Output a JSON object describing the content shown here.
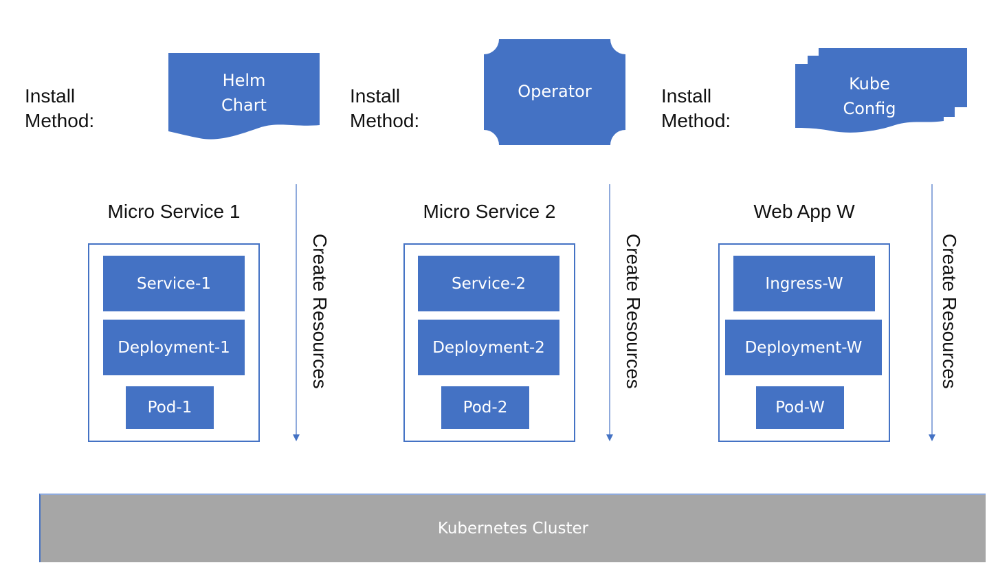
{
  "colors": {
    "shape_fill": "#4472c4",
    "frame_border": "#4472c4",
    "cluster_fill": "#a6a6a6",
    "text_dark": "#111111",
    "text_light": "#ffffff"
  },
  "install_methods": [
    {
      "line1": "Install",
      "line2": "Method:",
      "shape": "document",
      "icon": "helm-chart-document-icon",
      "text_line1": "Helm",
      "text_line2": "Chart"
    },
    {
      "line1": "Install",
      "line2": "Method:",
      "shape": "plaque",
      "icon": "operator-plaque-icon",
      "text_line1": "Operator",
      "text_line2": ""
    },
    {
      "line1": "Install",
      "line2": "Method:",
      "shape": "multi-document",
      "icon": "kube-config-multidocument-icon",
      "text_line1": "Kube",
      "text_line2": "Config"
    }
  ],
  "groups": [
    {
      "title": "Micro Service 1",
      "resources": [
        "Service-1",
        "Deployment-1",
        "Pod-1"
      ],
      "arrow_label": "Create Resources"
    },
    {
      "title": "Micro Service 2",
      "resources": [
        "Service-2",
        "Deployment-2",
        "Pod-2"
      ],
      "arrow_label": "Create Resources"
    },
    {
      "title": "Web App W",
      "resources": [
        "Ingress-W",
        "Deployment-W",
        "Pod-W"
      ],
      "arrow_label": "Create Resources"
    }
  ],
  "cluster": {
    "label": "Kubernetes Cluster"
  }
}
